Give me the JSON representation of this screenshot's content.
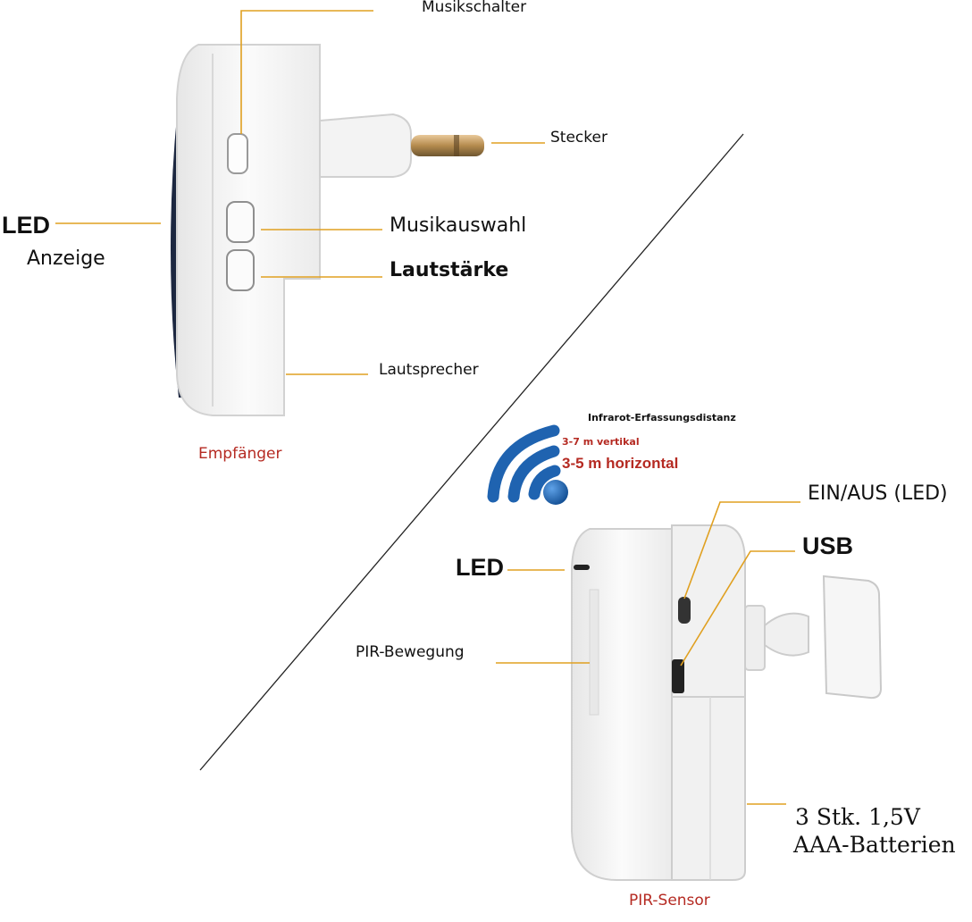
{
  "colors": {
    "leader_line": "#e0a020",
    "red_text": "#b52a22",
    "device_body": "#f4f4f4",
    "device_edge": "#cfcfcf",
    "wave_blue": "#1f63b0"
  },
  "receiver": {
    "caption": "Empfänger",
    "labels": {
      "music_switch": "Musikschalter",
      "plug": "Stecker",
      "led_title": "LED",
      "led_sub": "Anzeige",
      "music_select": "Musikauswahl",
      "volume": "Lautstärke",
      "speaker": "Lautsprecher"
    }
  },
  "sensor": {
    "caption": "PIR-Sensor",
    "range": {
      "title": "Infrarot-Erfassungsdistanz",
      "vertical": "3-7 m vertikal",
      "horizontal": "3-5 m horizontal"
    },
    "labels": {
      "on_off": "EIN/AUS (LED)",
      "usb": "USB",
      "led": "LED",
      "pir": "PIR-Bewegung",
      "battery_line1": "3 Stk. 1,5V",
      "battery_line2": "AAA-Batterien"
    }
  }
}
